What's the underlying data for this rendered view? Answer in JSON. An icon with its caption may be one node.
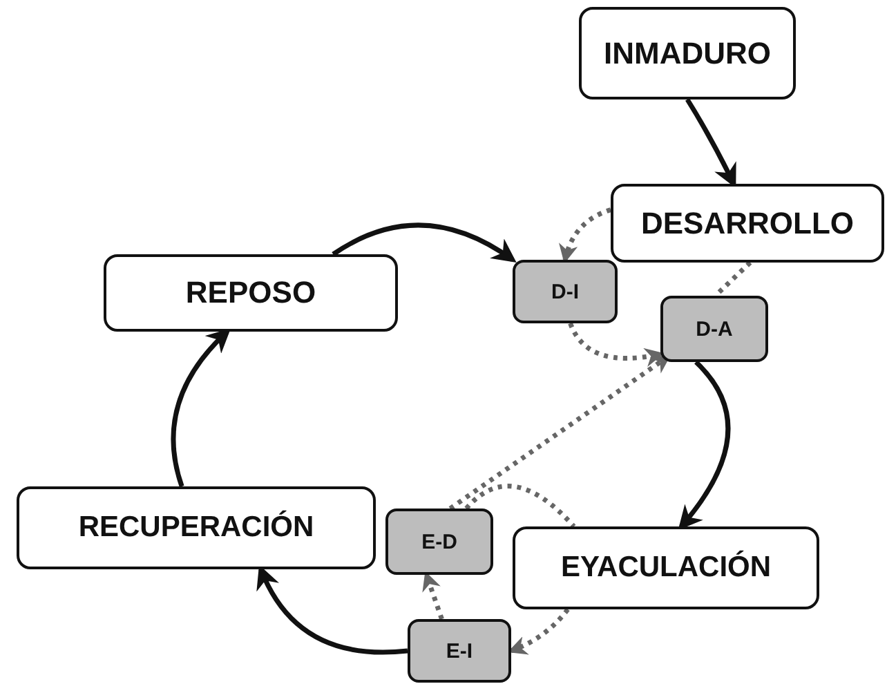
{
  "diagram": {
    "nodes": [
      {
        "text": [
          "INMADURO"
        ]
      },
      {
        "text": [
          "DESARROLLO"
        ]
      },
      {
        "text": [
          "REPOSO"
        ]
      },
      {
        "text": [
          "D-I"
        ]
      },
      {
        "text": [
          "D-A"
        ]
      },
      {
        "text": [
          "RECUPERACIÓN"
        ]
      },
      {
        "text": [
          "E-D"
        ]
      },
      {
        "text": [
          "EYACULACIÓN"
        ]
      },
      {
        "text": [
          "E-I"
        ]
      }
    ],
    "edges": [
      {
        "from": 0,
        "to": 1,
        "arrow": "to"
      },
      {
        "from": 1,
        "to": 3,
        "arrow": "to",
        "style": "dashed",
        "color": "#666666"
      },
      {
        "from": 1,
        "to": 4,
        "arrow": "none",
        "style": "dashed",
        "color": "#666666"
      },
      {
        "from": 3,
        "to": 4,
        "arrow": "to",
        "style": "dashed",
        "color": "#666666"
      },
      {
        "from": 4,
        "to": 7,
        "arrow": "to"
      },
      {
        "from": 7,
        "to": 8,
        "arrow": "to",
        "style": "dashed",
        "color": "#666666"
      },
      {
        "from": 8,
        "to": 6,
        "arrow": "to",
        "style": "dashed",
        "color": "#666666"
      },
      {
        "from": 6,
        "to": 4,
        "arrow": "to",
        "style": "dashed",
        "color": "#666666"
      },
      {
        "from": 6,
        "to": 7,
        "arrow": "none",
        "style": "dashed",
        "color": "#666666"
      },
      {
        "from": 8,
        "to": 5,
        "arrow": "to"
      },
      {
        "from": 5,
        "to": 2,
        "arrow": "to"
      },
      {
        "from": 2,
        "to": 3,
        "arrow": "to"
      }
    ]
  }
}
